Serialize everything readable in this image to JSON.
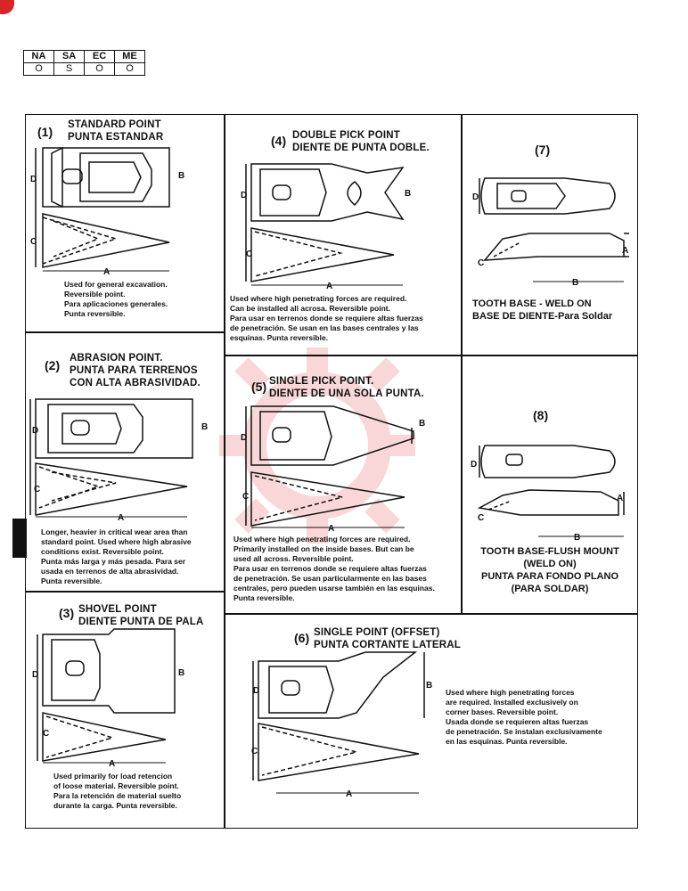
{
  "availability": {
    "headers": [
      "NA",
      "SA",
      "EC",
      "ME"
    ],
    "values": [
      "O",
      "S",
      "O",
      "O"
    ]
  },
  "items": {
    "p1": {
      "num": "(1)",
      "title_en": "STANDARD POINT",
      "title_es": "PUNTA ESTANDAR",
      "desc": [
        "Used for general excavation.",
        "Reversible point.",
        "Para aplicaciones generales.",
        "Punta reversible."
      ]
    },
    "p2": {
      "num": "(2)",
      "title_en": "ABRASION POINT.",
      "title_es1": "PUNTA PARA TERRENOS",
      "title_es2": "CON ALTA ABRASIVIDAD.",
      "desc": [
        "Longer, heavier in critical wear area than",
        "standard point. Used where high abrasive",
        "conditions exist. Reversible point.",
        "Punta más larga y más pesada. Para ser",
        "usada en terrenos de alta abrasividad.",
        "Punta reversible."
      ]
    },
    "p3": {
      "num": "(3)",
      "title_en": "SHOVEL POINT",
      "title_es": "DIENTE PUNTA DE PALA",
      "desc": [
        "Used primarily for load retencion",
        "of loose material. Reversible point.",
        "Para la retención de material suelto",
        "durante la carga. Punta reversible."
      ]
    },
    "p4": {
      "num": "(4)",
      "title_en": "DOUBLE PICK POINT",
      "title_es": "DIENTE DE PUNTA DOBLE.",
      "desc": [
        "Used where high penetrating forces are required.",
        "Can be installed all acrosa. Reversible point.",
        "Para usar en terrenos donde se requiere altas fuerzas",
        "de penetración. Se usan en las bases centrales y las",
        "esquinas. Punta reversible."
      ]
    },
    "p5": {
      "num": "(5)",
      "title_en": "SINGLE PICK POINT.",
      "title_es": "DIENTE DE UNA SOLA PUNTA.",
      "desc": [
        "Used where high penetrating forces are required.",
        "Primarily installed on the inside bases. But can be",
        "used all across. Reversible point.",
        "Para usar en terrenos donde se requiere altas fuerzas",
        "de penetración. Se usan particularmente en las bases",
        "centrales, pero pueden usarse también en las esquinas.",
        "Punta reversible."
      ]
    },
    "p6": {
      "num": "(6)",
      "title_en": "SINGLE POINT (OFFSET)",
      "title_es": "PUNTA CORTANTE LATERAL",
      "desc": [
        "Used where high penetrating forces",
        "are required. Installed exclusively on",
        "corner bases. Reversible point.",
        "Usada donde se requieren altas fuerzas",
        "de penetración. Se instalan exclusivamente",
        "en las esquinas. Punta reversible."
      ]
    },
    "p7": {
      "num": "(7)",
      "cap1": "TOOTH BASE - WELD ON",
      "cap2": "BASE DE DIENTE-Para Soldar"
    },
    "p8": {
      "num": "(8)",
      "cap1": "TOOTH BASE-FLUSH MOUNT",
      "cap2": "(WELD ON)",
      "cap3": "PUNTA PARA FONDO PLANO",
      "cap4": "(PARA SOLDAR)"
    }
  },
  "dims": {
    "a": "A",
    "b": "B",
    "c": "C",
    "d": "D"
  }
}
